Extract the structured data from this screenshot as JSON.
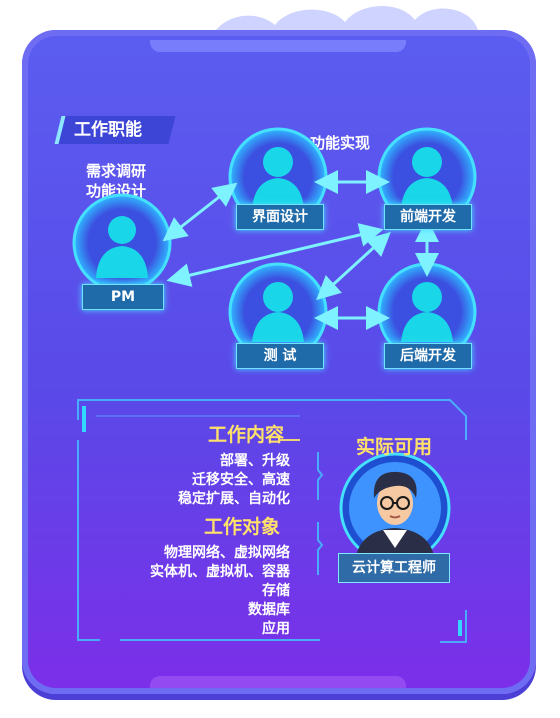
{
  "section_title": "工作职能",
  "pm_notes": [
    "需求调研",
    "功能设计"
  ],
  "feature_note": "功能实现",
  "nodes": {
    "pm": "PM",
    "ui": "界面设计",
    "frontend": "前端开发",
    "test": "测 试",
    "backend": "后端开发"
  },
  "work_content": {
    "heading": "工作内容",
    "lines": [
      "部署、升级",
      "迁移安全、高速",
      "稳定扩展、自动化"
    ]
  },
  "work_objects": {
    "heading": "工作对象",
    "lines": [
      "物理网络、虚拟网络",
      "实体机、虚拟机、容器",
      "存储",
      "数据库",
      "应用"
    ]
  },
  "role": {
    "heading": "实际可用",
    "label": "云计算工程师"
  },
  "colors": {
    "panel": "#5a4ee8",
    "cyan": "#46e0ff",
    "heading_yellow": "#ffe16a"
  }
}
